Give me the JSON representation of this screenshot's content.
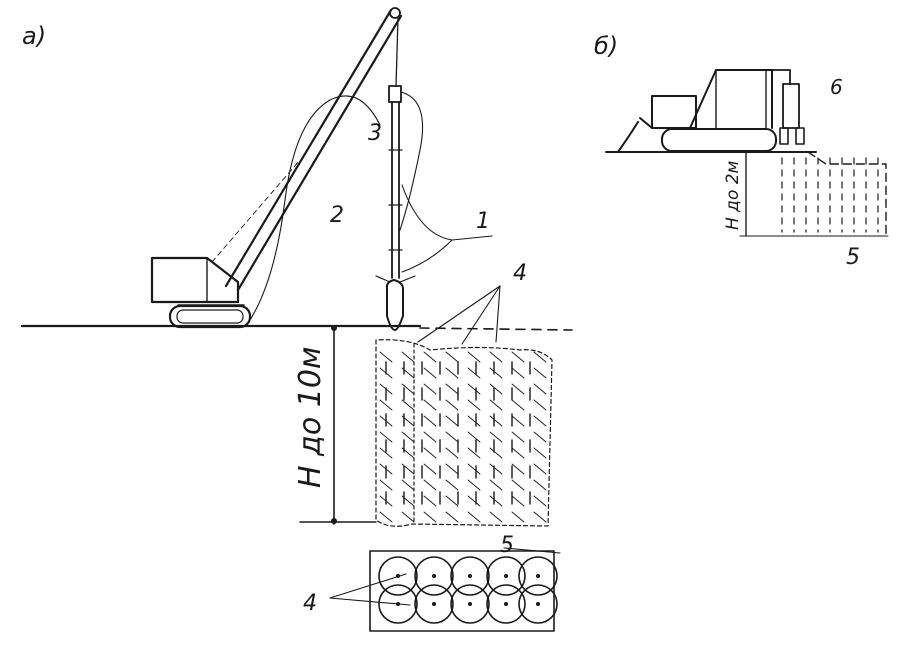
{
  "figure": {
    "panel_a_label": "а)",
    "panel_b_label": "б)",
    "callouts": {
      "c1": "1",
      "c2": "2",
      "c3": "3",
      "c4_top": "4",
      "c4_bottom": "4",
      "c5_a": "5",
      "c5_b": "5",
      "c6": "6"
    },
    "depth_a": "H до 10м",
    "depth_b": "H до 2м"
  },
  "colors": {
    "ink": "#1a1a1a",
    "paper": "#ffffff"
  }
}
